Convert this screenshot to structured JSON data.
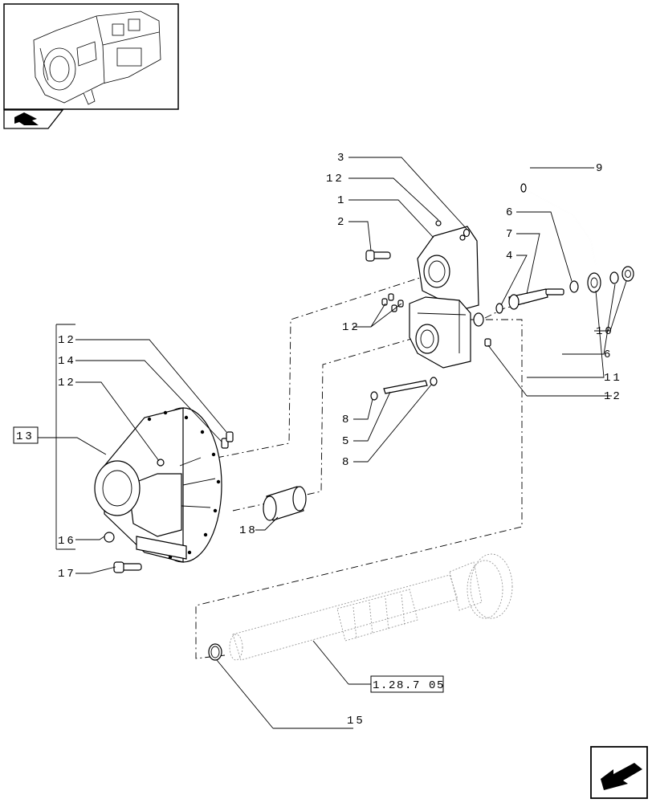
{
  "thumbnail": {
    "icon": "transmission-housing-thumbnail"
  },
  "nav_icons": {
    "thumb_tab": "bookmark-arrow-icon",
    "next_page": "next-page-arrow-icon"
  },
  "callouts": {
    "c1": "1",
    "c2": "2",
    "c3": "3",
    "c4": "4",
    "c5": "5",
    "c6a": "6",
    "c6b": "6",
    "c7": "7",
    "c8a": "8",
    "c8b": "8",
    "c9": "9",
    "c10": "10",
    "c11": "11",
    "c12a": "12",
    "c12b": "12",
    "c12c": "12",
    "c12d": "12",
    "c12e": "12",
    "c13": "13",
    "c14": "14",
    "c15": "15",
    "c16": "16",
    "c17": "17",
    "c18": "18"
  },
  "reference_box": "1.28.7 05"
}
